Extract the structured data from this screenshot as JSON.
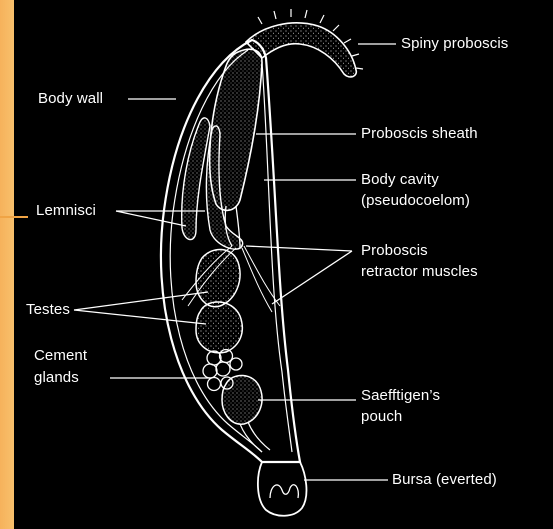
{
  "colors": {
    "background": "#000000",
    "line": "#ffffff",
    "side_panel": "#f6b25b"
  },
  "labels": {
    "spiny_proboscis": "Spiny proboscis",
    "body_wall": "Body wall",
    "proboscis_sheath": "Proboscis sheath",
    "body_cavity_1": "Body cavity",
    "body_cavity_2": "(pseudocoelom)",
    "lemnisci": "Lemnisci",
    "proboscis_retractor_1": "Proboscis",
    "proboscis_retractor_2": "retractor muscles",
    "testes": "Testes",
    "cement_glands_1": "Cement",
    "cement_glands_2": "glands",
    "saefftigens_1": "Saefftigen’s",
    "saefftigens_2": "pouch",
    "bursa": "Bursa (everted)"
  }
}
